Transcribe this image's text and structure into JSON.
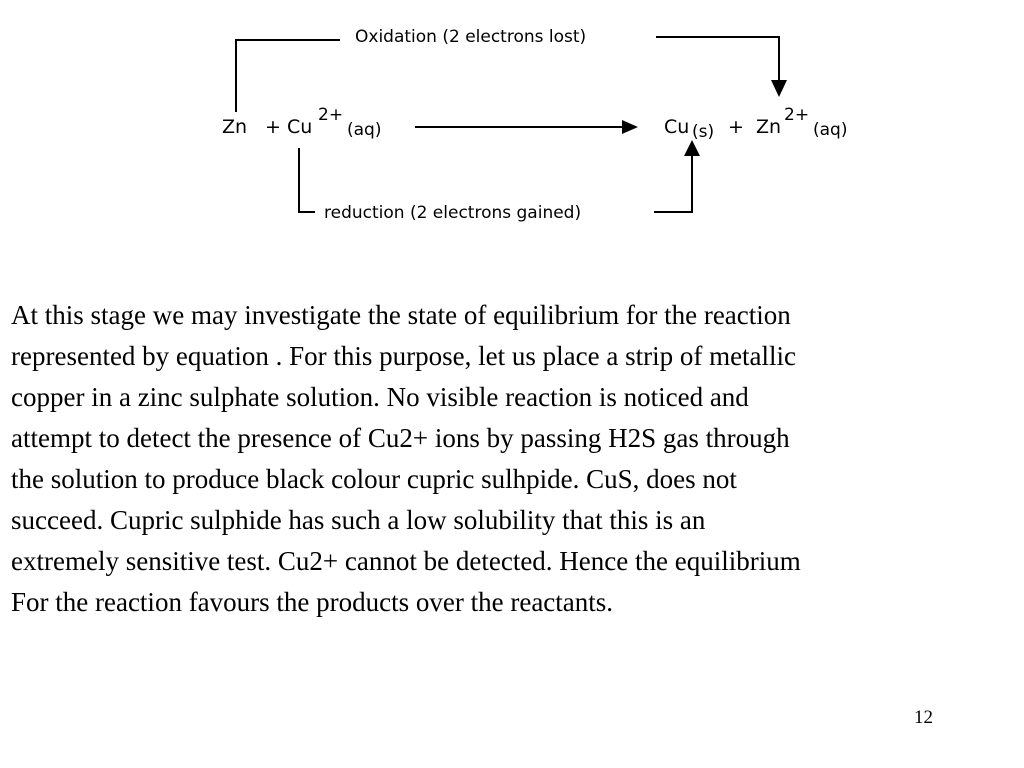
{
  "diagram": {
    "oxidation_label": "Oxidation (2 electrons lost)",
    "reduction_label": "reduction (2 electrons gained)",
    "reactants": {
      "zn": "Zn",
      "plus": "+",
      "cu": "Cu",
      "cu_charge": "2+",
      "cu_state": "(aq)"
    },
    "products": {
      "cu": "Cu",
      "cu_state": "(s)",
      "plus": "+",
      "zn": "Zn",
      "zn_charge": "2+",
      "zn_state": "(aq)"
    }
  },
  "paragraph": {
    "lines": [
      "At this stage we may investigate the state of equilibrium for the reaction",
      "represented by equation . For this purpose, let us place a strip of metallic",
      "copper in a zinc sulphate solution. No visible reaction is noticed and",
      "attempt to detect the presence of Cu2+ ions by passing H2S gas through",
      "the solution to produce black colour cupric sulhpide. CuS, does not",
      "succeed. Cupric sulphide has such a low solubility that this is an",
      "extremely sensitive test. Cu2+ cannot be detected. Hence the equilibrium",
      "For the reaction favours the products over the reactants."
    ]
  },
  "page_number": "12"
}
